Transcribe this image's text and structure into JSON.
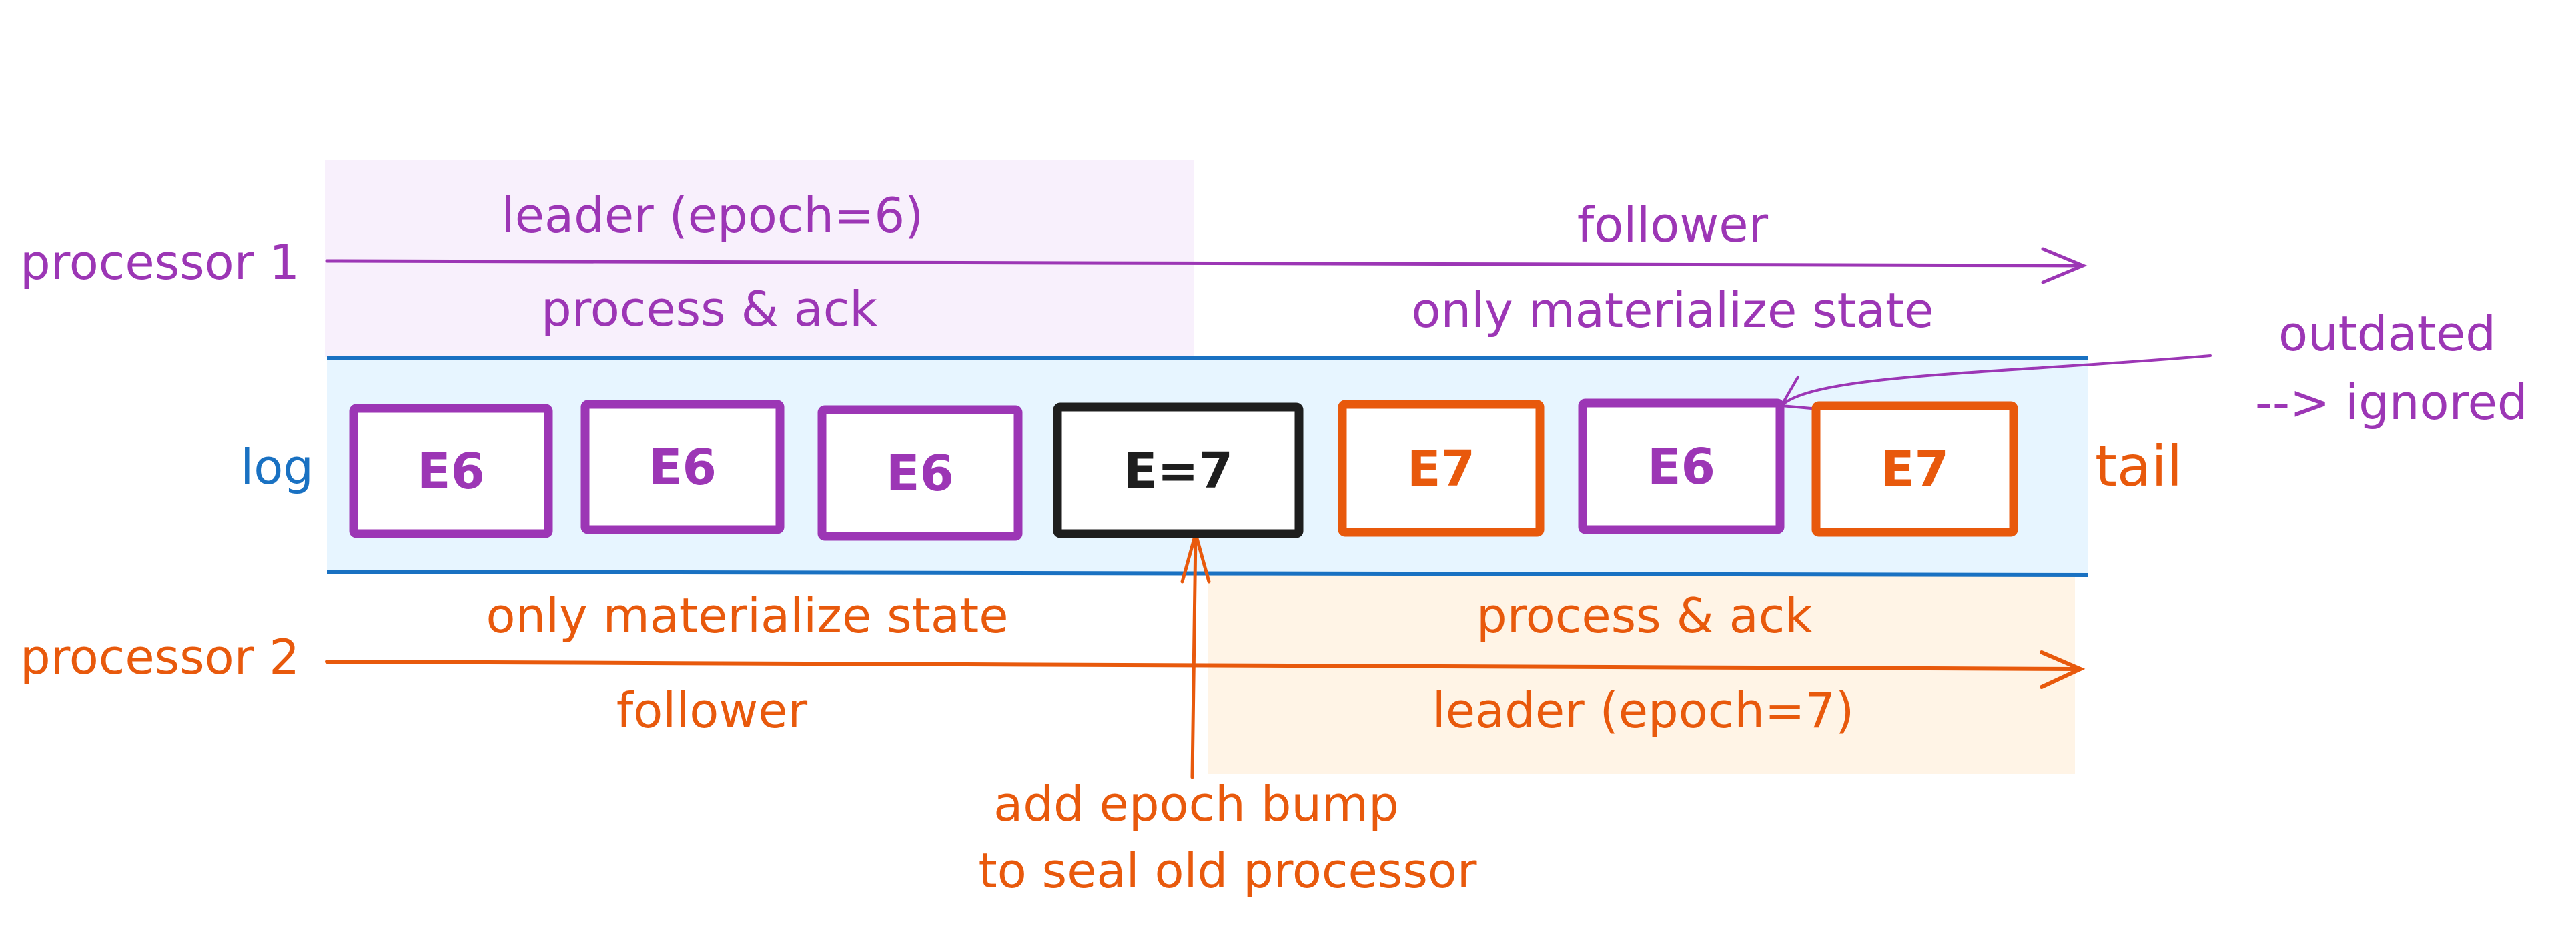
{
  "colors": {
    "processor1": "#9c36b5",
    "processor2": "#e8590c",
    "log": "#1971c2",
    "seal": "#1e1e1e",
    "processor1_bg": "#f8f0fc",
    "processor2_bg": "#fff4e6",
    "log_bg": "#e7f5ff"
  },
  "processor1": {
    "label": "processor 1",
    "leader_label": "leader (epoch=6)",
    "leader_action": "process & ack",
    "follower_label": "follower",
    "follower_action": "only materialize state"
  },
  "processor2": {
    "label": "processor 2",
    "follower_action": "only materialize state",
    "follower_label": "follower",
    "leader_action": "process & ack",
    "leader_label": "leader (epoch=7)"
  },
  "log": {
    "label": "log",
    "tail_label": "tail",
    "entries": [
      {
        "text": "E6",
        "owner": "processor1"
      },
      {
        "text": "E6",
        "owner": "processor1"
      },
      {
        "text": "E6",
        "owner": "processor1"
      },
      {
        "text": "E=7",
        "owner": "seal"
      },
      {
        "text": "E7",
        "owner": "processor2"
      },
      {
        "text": "E6",
        "owner": "processor1"
      },
      {
        "text": "E7",
        "owner": "processor2"
      }
    ]
  },
  "annotations": {
    "outdated_line1": "outdated",
    "outdated_line2": "--> ignored",
    "epoch_bump_line1": "add epoch bump",
    "epoch_bump_line2": "to seal old processor"
  }
}
